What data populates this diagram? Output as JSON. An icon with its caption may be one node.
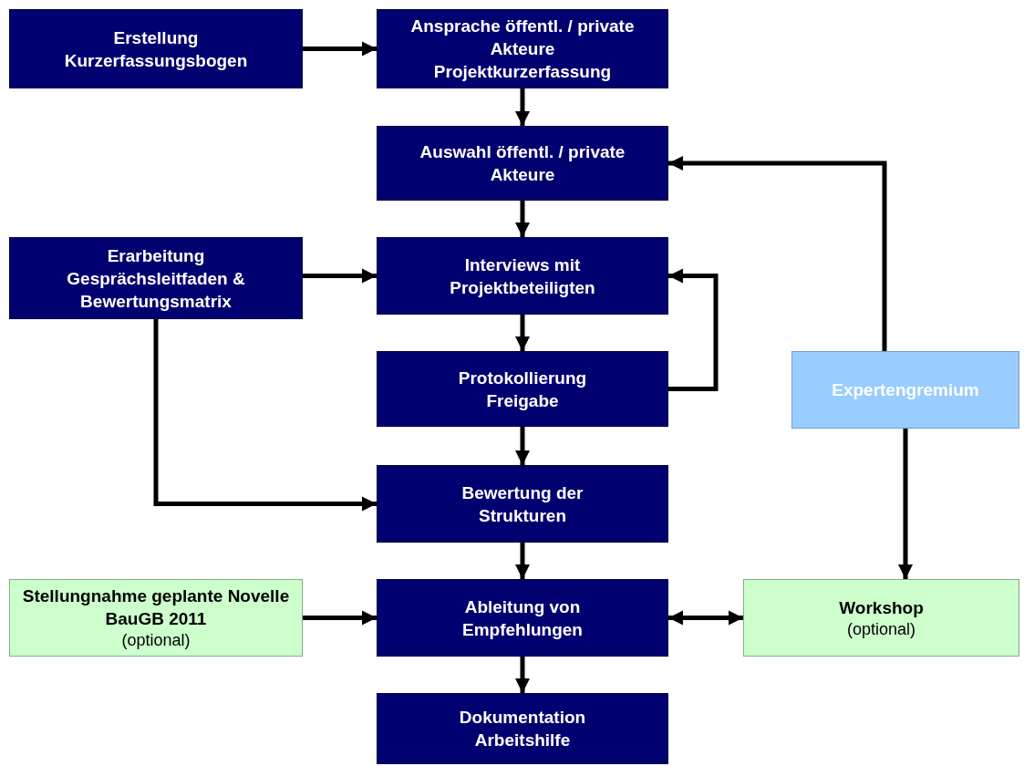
{
  "diagram": {
    "nodes": [
      {
        "text": [
          "Erstellung Kurzerfassungsbogen"
        ]
      },
      {
        "text": [
          "Ansprache öffentl. / private Akteure Projektkurzerfassung"
        ]
      },
      {
        "text": [
          "Auswahl öffentl. / private Akteure"
        ]
      },
      {
        "text": [
          "Erarbeitung Gesprächsleitfaden & Bewertungsmatrix"
        ]
      },
      {
        "text": [
          "Interviews mit Projektbeteiligten"
        ]
      },
      {
        "text": [
          "Protokollierung Freigabe"
        ]
      },
      {
        "text": [
          "Expertengremium"
        ]
      },
      {
        "text": [
          "Bewertung der Strukturen"
        ]
      },
      {
        "text": [
          "Stellungnahme geplante Novelle BauGB 2011",
          "(optional)"
        ]
      },
      {
        "text": [
          "Ableitung von Empfehlungen"
        ]
      },
      {
        "text": [
          "Workshop",
          "(optional)"
        ]
      },
      {
        "text": [
          "Dokumentation Arbeitshilfe"
        ]
      }
    ],
    "edges": [
      {
        "from": 0,
        "to": 1,
        "arrow": "to"
      },
      {
        "from": 1,
        "to": 2,
        "arrow": "to"
      },
      {
        "from": 2,
        "to": 4,
        "arrow": "to"
      },
      {
        "from": 3,
        "to": 4,
        "arrow": "to"
      },
      {
        "from": 4,
        "to": 5,
        "arrow": "to"
      },
      {
        "from": 5,
        "to": 4,
        "arrow": "to"
      },
      {
        "from": 3,
        "to": 7,
        "arrow": "to"
      },
      {
        "from": 5,
        "to": 7,
        "arrow": "to"
      },
      {
        "from": 6,
        "to": 2,
        "arrow": "to"
      },
      {
        "from": 6,
        "to": 10,
        "arrow": "to"
      },
      {
        "from": 7,
        "to": 9,
        "arrow": "to"
      },
      {
        "from": 8,
        "to": 9,
        "arrow": "to"
      },
      {
        "from": 9,
        "to": 10,
        "arrow": "both"
      },
      {
        "from": 9,
        "to": 11,
        "arrow": "to"
      }
    ]
  }
}
